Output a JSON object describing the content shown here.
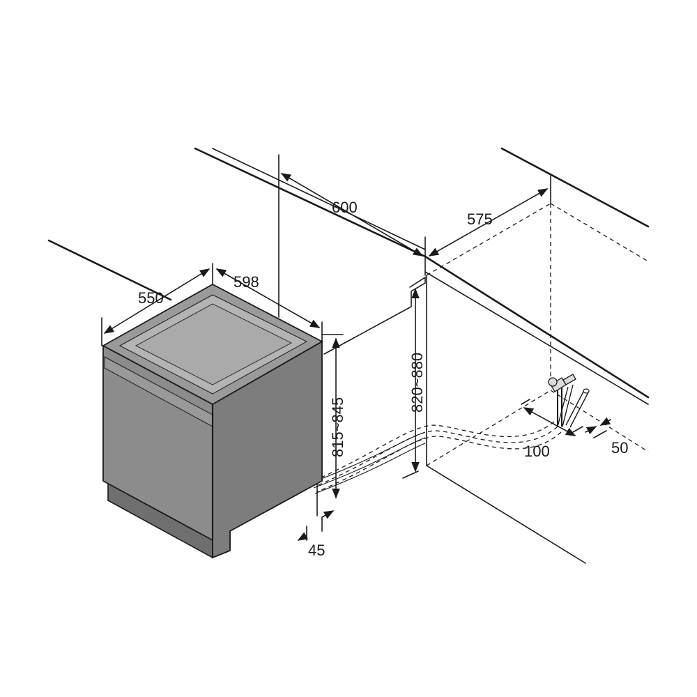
{
  "diagram": {
    "dimensions": {
      "niche_width": "600",
      "niche_depth": "575",
      "appliance_width": "598",
      "appliance_depth": "550",
      "appliance_height": "815~845",
      "niche_height": "820~880",
      "plinth_offset": "45",
      "connection_zone_width": "100",
      "connection_zone_depth": "50"
    },
    "colors": {
      "line": "#1a1a1a",
      "appliance_body": "#8c8c8c",
      "appliance_side": "#7d7d7d",
      "appliance_top": "#9a9a9a",
      "background": "#ffffff"
    }
  }
}
